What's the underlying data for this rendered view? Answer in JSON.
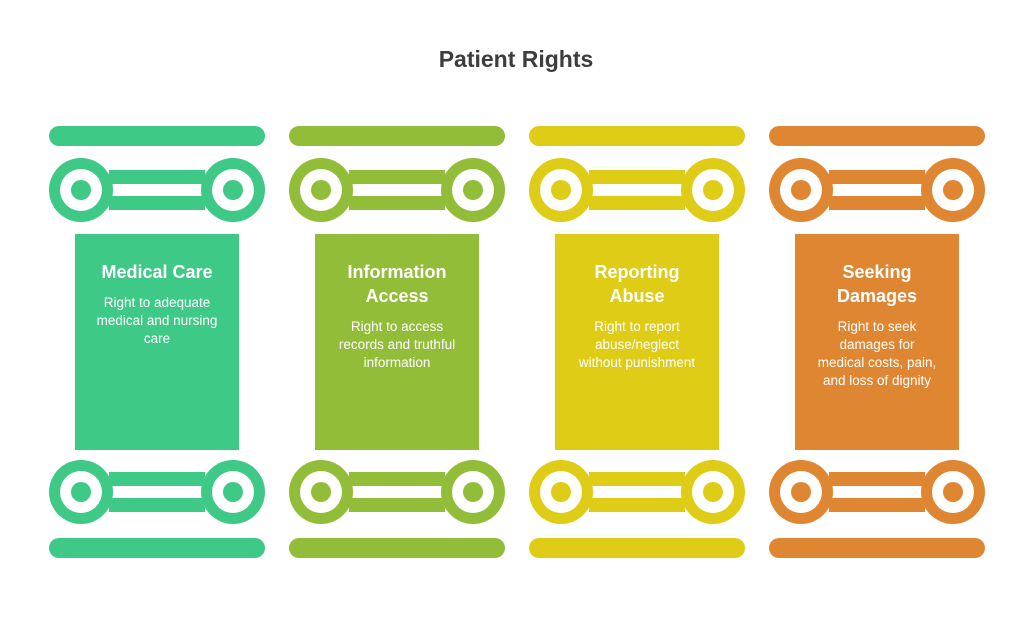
{
  "title": "Patient Rights",
  "pillars": [
    {
      "title": "Medical Care",
      "description": "Right to adequate\nmedical and nursing\ncare",
      "color": "#3ec987"
    },
    {
      "title": "Information\nAccess",
      "description": "Right to access\nrecords and truthful\ninformation",
      "color": "#92bd39"
    },
    {
      "title": "Reporting\nAbuse",
      "description": "Right to report\nabuse/neglect\nwithout punishment",
      "color": "#dfcc17"
    },
    {
      "title": "Seeking\nDamages",
      "description": "Right to seek\ndamages for\nmedical costs, pain,\nand loss of dignity",
      "color": "#df8632"
    }
  ]
}
